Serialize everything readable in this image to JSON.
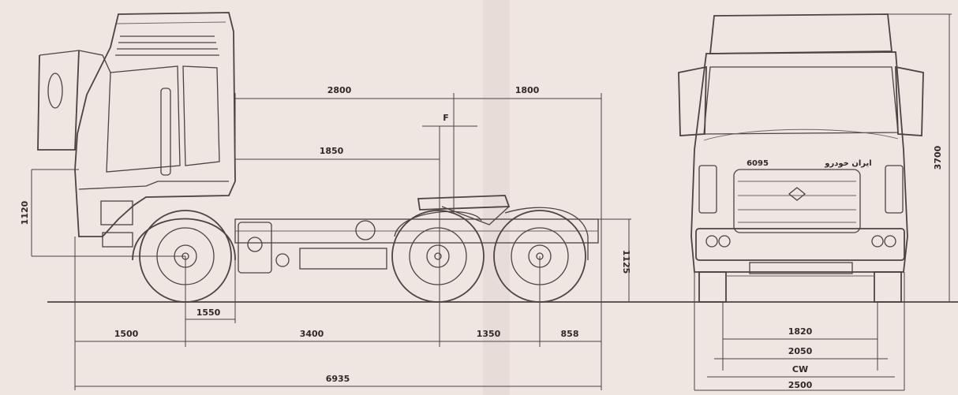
{
  "dimensions": {
    "side": {
      "d_2800": "2800",
      "d_1800": "1800",
      "d_1850": "1850",
      "d_F": "F",
      "d_1120": "1120",
      "d_1125": "1125",
      "d_1550": "1550",
      "d_1500": "1500",
      "d_3400": "3400",
      "d_1350": "1350",
      "d_858": "858",
      "d_6935": "6935"
    },
    "front": {
      "d_3700": "3700",
      "d_1820": "1820",
      "d_2050": "2050",
      "d_CW": "CW",
      "d_2500": "2500"
    }
  },
  "branding": {
    "left_badge": "6095",
    "right_badge": "ایران خودرو"
  },
  "colors": {
    "background": "#efe5e1",
    "line": "#4a4442"
  }
}
